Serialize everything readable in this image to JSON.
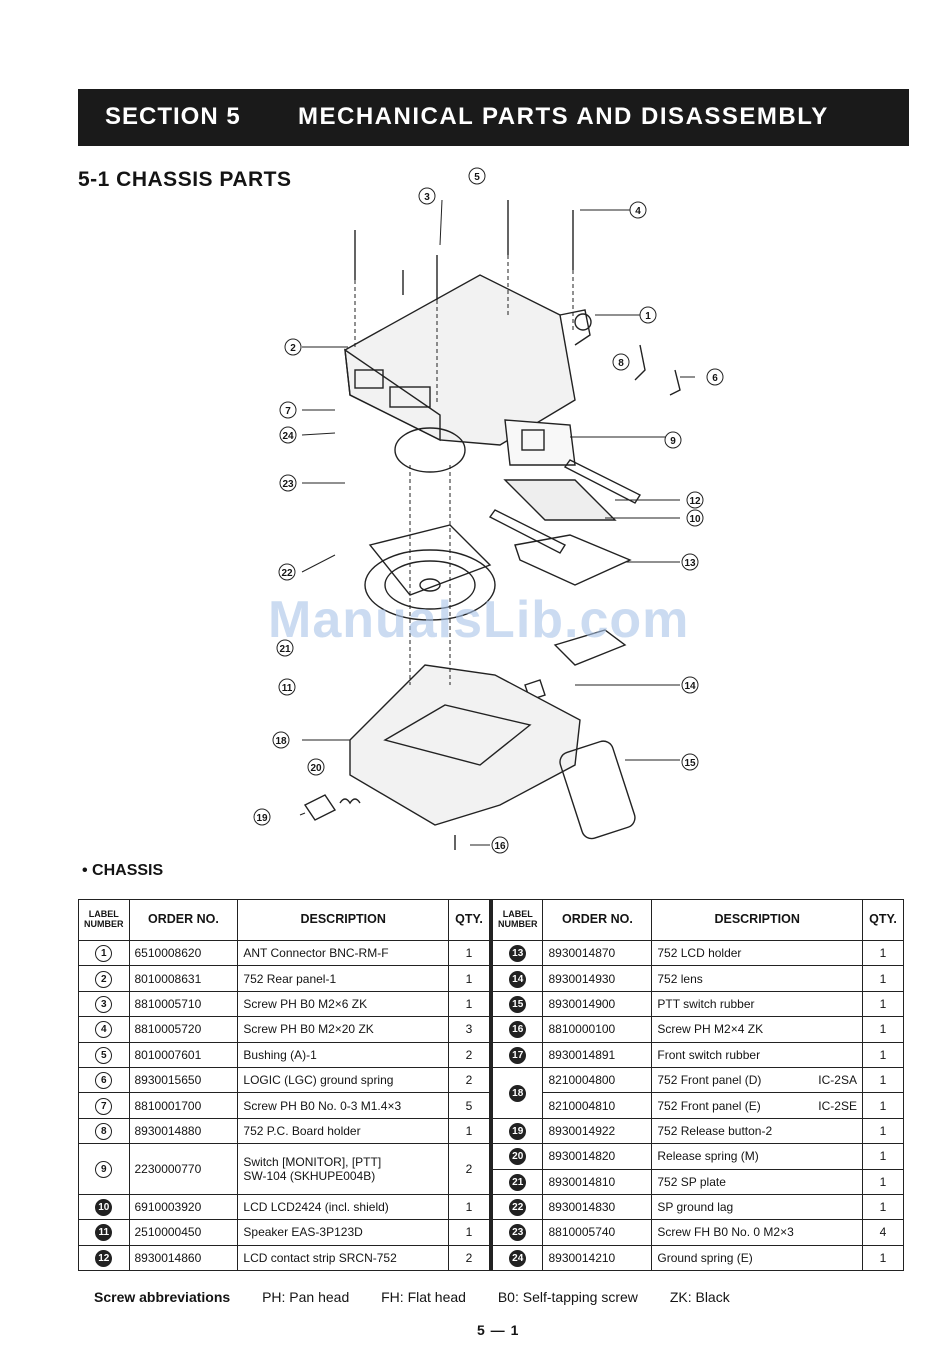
{
  "section": {
    "number": "SECTION 5",
    "title": "MECHANICAL PARTS AND DISASSEMBLY"
  },
  "subsection_title": "5-1 CHASSIS PARTS",
  "watermark": "ManualsLib.com",
  "callouts": [
    "1",
    "2",
    "3",
    "4",
    "5",
    "6",
    "7",
    "8",
    "9",
    "10",
    "11",
    "12",
    "13",
    "14",
    "15",
    "16",
    "18",
    "19",
    "20",
    "21",
    "22",
    "23",
    "24"
  ],
  "chassis_label": "• CHASSIS",
  "table": {
    "headers": {
      "label": "LABEL NUMBER",
      "order": "ORDER NO.",
      "description": "DESCRIPTION",
      "qty": "QTY."
    },
    "left": [
      {
        "label": "1",
        "order": "6510008620",
        "desc": "ANT Connector BNC-RM-F",
        "qty": "1"
      },
      {
        "label": "2",
        "order": "8010008631",
        "desc": "752 Rear panel-1",
        "qty": "1"
      },
      {
        "label": "3",
        "order": "8810005710",
        "desc": "Screw PH B0 M2×6 ZK",
        "qty": "1"
      },
      {
        "label": "4",
        "order": "8810005720",
        "desc": "Screw PH B0 M2×20 ZK",
        "qty": "3"
      },
      {
        "label": "5",
        "order": "8010007601",
        "desc": "Bushing (A)-1",
        "qty": "2"
      },
      {
        "label": "6",
        "order": "8930015650",
        "desc": "LOGIC (LGC) ground spring",
        "qty": "2"
      },
      {
        "label": "7",
        "order": "8810001700",
        "desc": "Screw PH B0 No. 0-3  M1.4×3",
        "qty": "5"
      },
      {
        "label": "8",
        "order": "8930014880",
        "desc": "752 P.C. Board holder",
        "qty": "1"
      },
      {
        "label": "9",
        "order": "2230000770",
        "desc": "Switch [MONITOR], [PTT]",
        "desc2": "SW-104 (SKHUPE004B)",
        "qty": "2"
      },
      {
        "label": "10",
        "order": "6910003920",
        "desc": "LCD LCD2424 (incl. shield)",
        "qty": "1"
      },
      {
        "label": "11",
        "order": "2510000450",
        "desc": "Speaker EAS-3P123D",
        "qty": "1"
      },
      {
        "label": "12",
        "order": "8930014860",
        "desc": "LCD contact strip SRCN-752",
        "qty": "2"
      }
    ],
    "right": [
      {
        "label": "13",
        "order": "8930014870",
        "desc": "752 LCD holder",
        "model": "",
        "qty": "1"
      },
      {
        "label": "14",
        "order": "8930014930",
        "desc": "752 lens",
        "model": "",
        "qty": "1"
      },
      {
        "label": "15",
        "order": "8930014900",
        "desc": "PTT switch rubber",
        "model": "",
        "qty": "1"
      },
      {
        "label": "16",
        "order": "8810000100",
        "desc": "Screw PH M2×4 ZK",
        "model": "",
        "qty": "1"
      },
      {
        "label": "17",
        "order": "8930014891",
        "desc": "Front switch rubber",
        "model": "",
        "qty": "1"
      },
      {
        "label": "18",
        "order": "8210004800",
        "desc": "752 Front panel (D)",
        "model": "IC-2SA",
        "qty": "1"
      },
      {
        "label": "",
        "order": "8210004810",
        "desc": "752 Front panel (E)",
        "model": "IC-2SE",
        "qty": "1"
      },
      {
        "label": "19",
        "order": "8930014922",
        "desc": "752 Release button-2",
        "model": "",
        "qty": "1"
      },
      {
        "label": "20",
        "order": "8930014820",
        "desc": "Release spring (M)",
        "model": "",
        "qty": "1"
      },
      {
        "label": "21",
        "order": "8930014810",
        "desc": "752 SP plate",
        "model": "",
        "qty": "1"
      },
      {
        "label": "22",
        "order": "8930014830",
        "desc": "SP ground lag",
        "model": "",
        "qty": "1"
      },
      {
        "label": "23",
        "order": "8810005740",
        "desc": "Screw FH B0 No. 0  M2×3",
        "model": "",
        "qty": "4"
      },
      {
        "label": "24",
        "order": "8930014210",
        "desc": "Ground spring (E)",
        "model": "",
        "qty": "1"
      }
    ]
  },
  "abbreviations": {
    "heading": "Screw abbreviations",
    "items": [
      "PH: Pan head",
      "FH: Flat head",
      "B0: Self-tapping screw",
      "ZK: Black"
    ]
  },
  "page_number": "5 — 1"
}
